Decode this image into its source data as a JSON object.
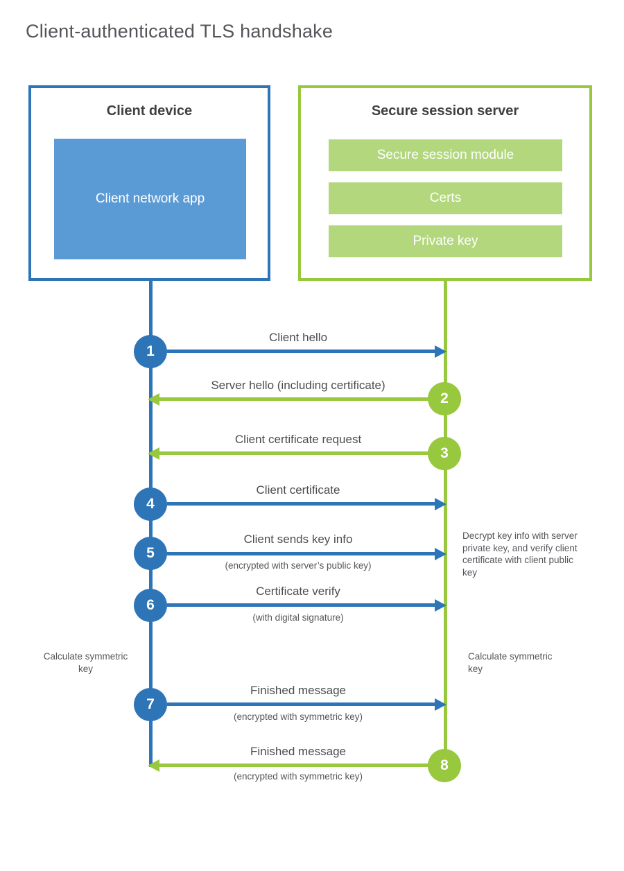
{
  "title": "Client-authenticated TLS handshake",
  "colors": {
    "blue": "#2e75b8",
    "light_blue": "#5b9bd5",
    "green": "#97c83d",
    "light_green": "#b2d77c"
  },
  "client": {
    "title": "Client device",
    "module": "Client network app"
  },
  "server": {
    "title": "Secure session server",
    "modules": [
      "Secure session module",
      "Certs",
      "Private key"
    ]
  },
  "steps": [
    {
      "num": "1",
      "direction": "right",
      "from": "client",
      "to": "server",
      "label": "Client hello",
      "sub": ""
    },
    {
      "num": "2",
      "direction": "left",
      "from": "server",
      "to": "client",
      "label": "Server hello (including certificate)",
      "sub": ""
    },
    {
      "num": "3",
      "direction": "left",
      "from": "server",
      "to": "client",
      "label": "Client certificate request",
      "sub": ""
    },
    {
      "num": "4",
      "direction": "right",
      "from": "client",
      "to": "server",
      "label": "Client certificate",
      "sub": ""
    },
    {
      "num": "5",
      "direction": "right",
      "from": "client",
      "to": "server",
      "label": "Client sends key info",
      "sub": "(encrypted with server’s public key)"
    },
    {
      "num": "6",
      "direction": "right",
      "from": "client",
      "to": "server",
      "label": "Certificate verify",
      "sub": "(with digital signature)"
    },
    {
      "num": "7",
      "direction": "right",
      "from": "client",
      "to": "server",
      "label": "Finished message",
      "sub": "(encrypted with symmetric key)"
    },
    {
      "num": "8",
      "direction": "left",
      "from": "server",
      "to": "client",
      "label": "Finished message",
      "sub": "(encrypted with symmetric key)"
    }
  ],
  "annotations": {
    "decrypt_note": "Decrypt key info with server private key, and verify client certificate with client public key",
    "calc_symmetric_left": "Calculate symmetric key",
    "calc_symmetric_right": "Calculate symmetric key"
  }
}
